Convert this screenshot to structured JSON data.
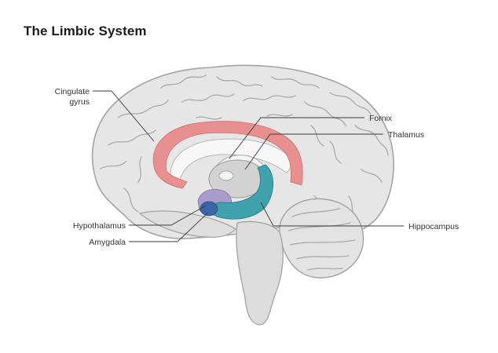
{
  "title": "The Limbic System",
  "labels": {
    "cingulate_gyrus": [
      "Cingulate",
      "gyrus"
    ],
    "fornix": "Fornix",
    "thalamus": "Thalamus",
    "hypothalamus": "Hypothalamus",
    "amygdala": "Amygdala",
    "hippocampus": "Hippocampus"
  },
  "colors": {
    "brain_fill": "#e6e6e6",
    "brain_outline": "#a3a3a3",
    "cingulate_gyrus": "#e8908f",
    "fornix": "#f4f4f4",
    "thalamus": "#d2d2d2",
    "hypothalamus": "#a99ccb",
    "amygdala": "#3866a7",
    "hippocampus": "#3fa2ad",
    "accent_pink": "#d5657c",
    "leader_line": "#3a3a3a"
  }
}
